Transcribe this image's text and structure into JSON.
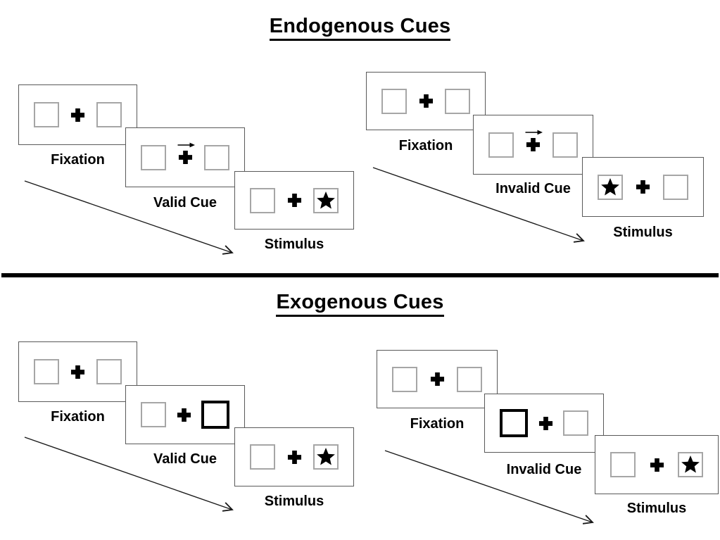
{
  "diagram": {
    "endogenous": {
      "title": "Endogenous Cues",
      "valid": {
        "fixation": "Fixation",
        "cue": "Valid Cue",
        "stimulus": "Stimulus"
      },
      "invalid": {
        "fixation": "Fixation",
        "cue": "Invalid Cue",
        "stimulus": "Stimulus"
      }
    },
    "exogenous": {
      "title": "Exogenous Cues",
      "valid": {
        "fixation": "Fixation",
        "cue": "Valid Cue",
        "stimulus": "Stimulus"
      },
      "invalid": {
        "fixation": "Fixation",
        "cue": "Invalid Cue",
        "stimulus": "Stimulus"
      }
    },
    "colors": {
      "ink": "#000000",
      "panel_border": "#595959",
      "box_border": "#a6a6a6",
      "background": "#ffffff"
    },
    "icons": {
      "fixation_cross": "bold-plus",
      "endogenous_cue": "right-arrow-above-fixation-cross",
      "exogenous_cue": "bold-outlined-box",
      "target": "black-star",
      "timeline": "diagonal-arrow-down-right"
    }
  }
}
